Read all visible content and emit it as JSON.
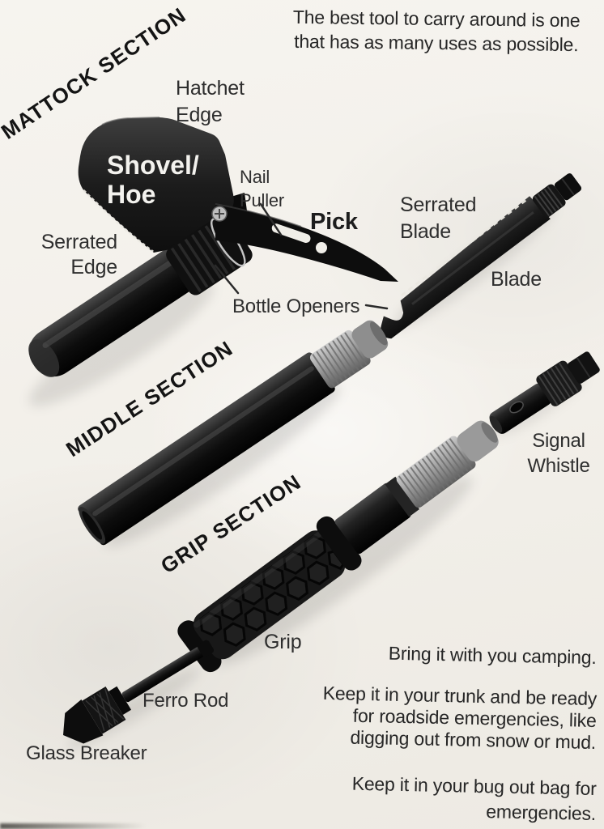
{
  "page": {
    "intro": "The best tool to carry around is one\nthat has as many uses as possible.",
    "notes": [
      "Bring it with you camping.",
      "Keep it in your trunk and be ready\nfor roadside emergencies, like\ndigging out from snow or mud.",
      "Keep it in your bug out bag for\nemergencies."
    ]
  },
  "sections": {
    "mattock": {
      "label": "MATTOCK SECTION"
    },
    "middle": {
      "label": "MIDDLE SECTION"
    },
    "grip": {
      "label": "GRIP SECTION"
    }
  },
  "part_labels": {
    "hatchet_edge": "Hatchet\nEdge",
    "shovel_hoe": "Shovel/\nHoe",
    "nail_puller": "Nail\nPuller",
    "pick": "Pick",
    "serrated_blade": "Serrated\nBlade",
    "blade": "Blade",
    "serrated_edge": "Serrated\nEdge",
    "bottle_openers": "Bottle Openers",
    "signal_whistle": "Signal\nWhistle",
    "grip": "Grip",
    "ferro_rod": "Ferro Rod",
    "glass_breaker": "Glass Breaker"
  },
  "colors": {
    "paper": "#f2efe9",
    "ink": "#2e2e2e",
    "tool_dark": "#141414",
    "metal_gray": "#9e9e9e",
    "blade_label_text": "#f3f2ee"
  }
}
